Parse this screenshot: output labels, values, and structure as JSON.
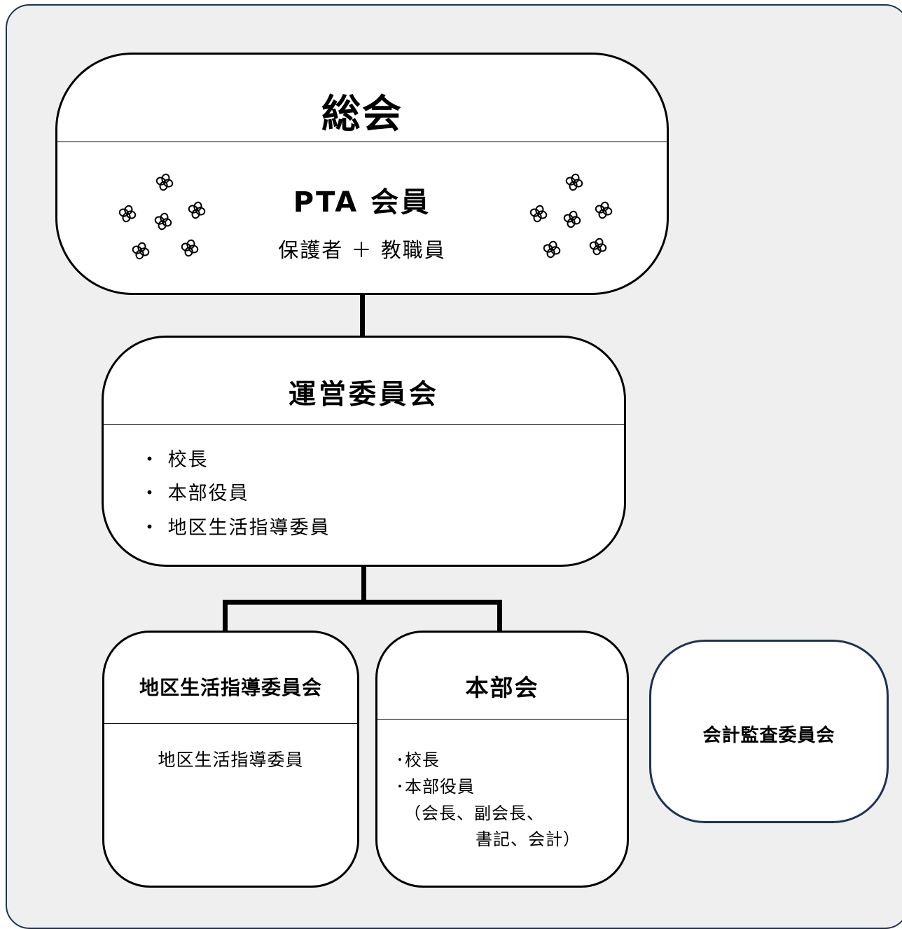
{
  "general_assembly": {
    "title": "総会",
    "members_title": "PTA  会員",
    "members_subtitle": "保護者 ＋ 教職員"
  },
  "steering_committee": {
    "title": "運営委員会",
    "members": [
      "・ 校長",
      "・ 本部役員",
      "・ 地区生活指導委員"
    ]
  },
  "district_committee": {
    "title": "地区生活指導委員会",
    "member": "地区生活指導委員"
  },
  "headquarters": {
    "title": "本部会",
    "members": [
      "･校長",
      "･本部役員",
      "（会長、副会長、",
      "書記、会計）"
    ]
  },
  "audit_committee": {
    "title": "会計監査委員会"
  },
  "colors": {
    "background": "#efefef",
    "frame_border": "#1f3250",
    "box_border": "#000000"
  },
  "decoration_icon": "four-petal-flower-icon"
}
